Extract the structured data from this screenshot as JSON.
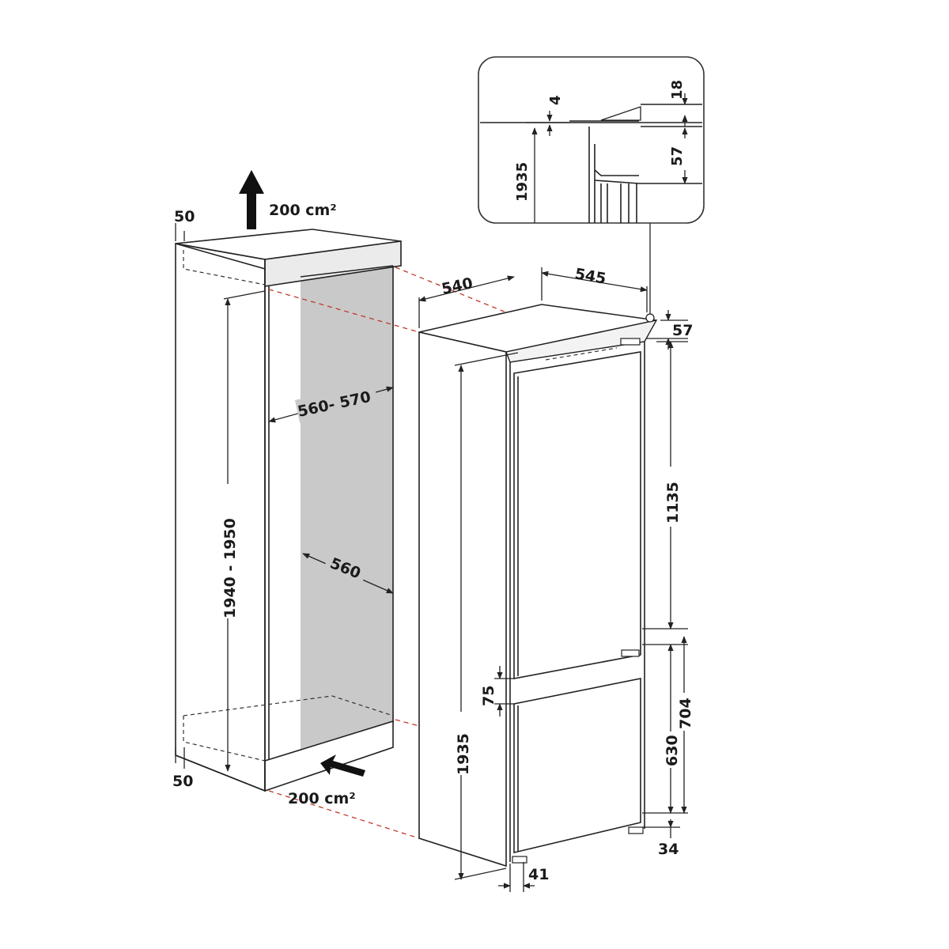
{
  "cabinet": {
    "vent_top": "200 cm²",
    "vent_bottom": "200 cm²",
    "clearance_top": "50",
    "clearance_bottom": "50",
    "niche_height": "1940 - 1950",
    "niche_width": "560- 570",
    "niche_depth": "560"
  },
  "fridge": {
    "width": "540",
    "depth": "545",
    "top_offset": "57",
    "height": "1935",
    "upper_door": "1135",
    "door_gap": "75",
    "lower_section": "704",
    "lower_door": "630",
    "foot_height": "34",
    "foot_offset": "41"
  },
  "detail": {
    "gap": "4",
    "panel": "18",
    "offset": "57",
    "height": "1935"
  }
}
